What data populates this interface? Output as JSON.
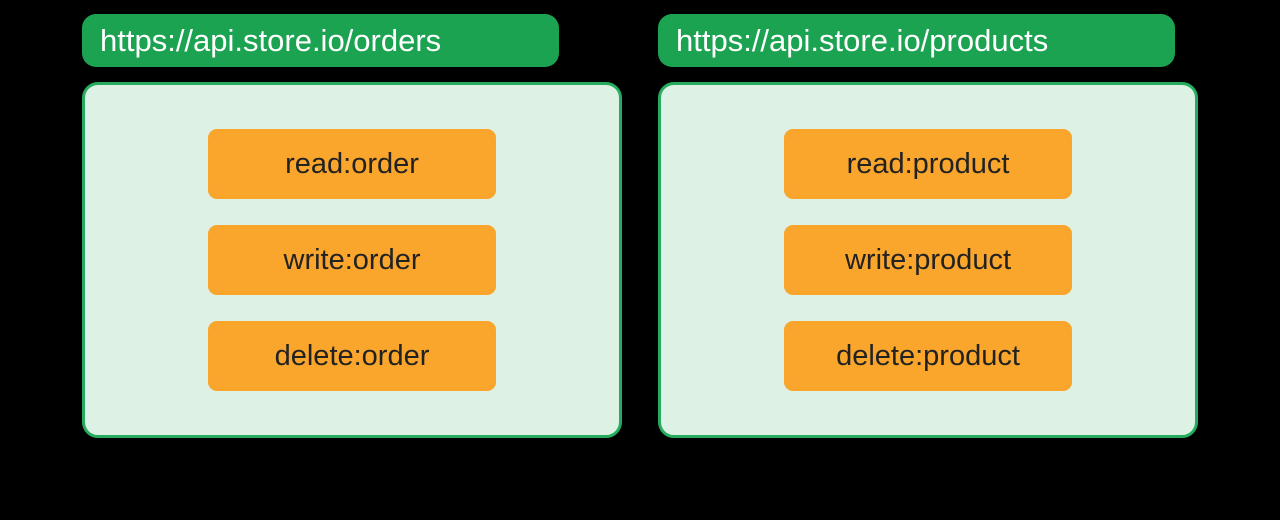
{
  "diagram": {
    "type": "api-scopes-diagram",
    "colors": {
      "background": "#000000",
      "badge_green": "#1CA351",
      "box_border_green": "#25AC5F",
      "box_fill_light_green": "#DDF2E5",
      "scope_orange": "#FAA62C",
      "scope_text": "#222222",
      "badge_text": "#FFFFFF"
    },
    "panels": [
      {
        "audience": "https://api.store.io/orders",
        "scopes": [
          "read:order",
          "write:order",
          "delete:order"
        ]
      },
      {
        "audience": "https://api.store.io/products",
        "scopes": [
          "read:product",
          "write:product",
          "delete:product"
        ]
      }
    ]
  }
}
